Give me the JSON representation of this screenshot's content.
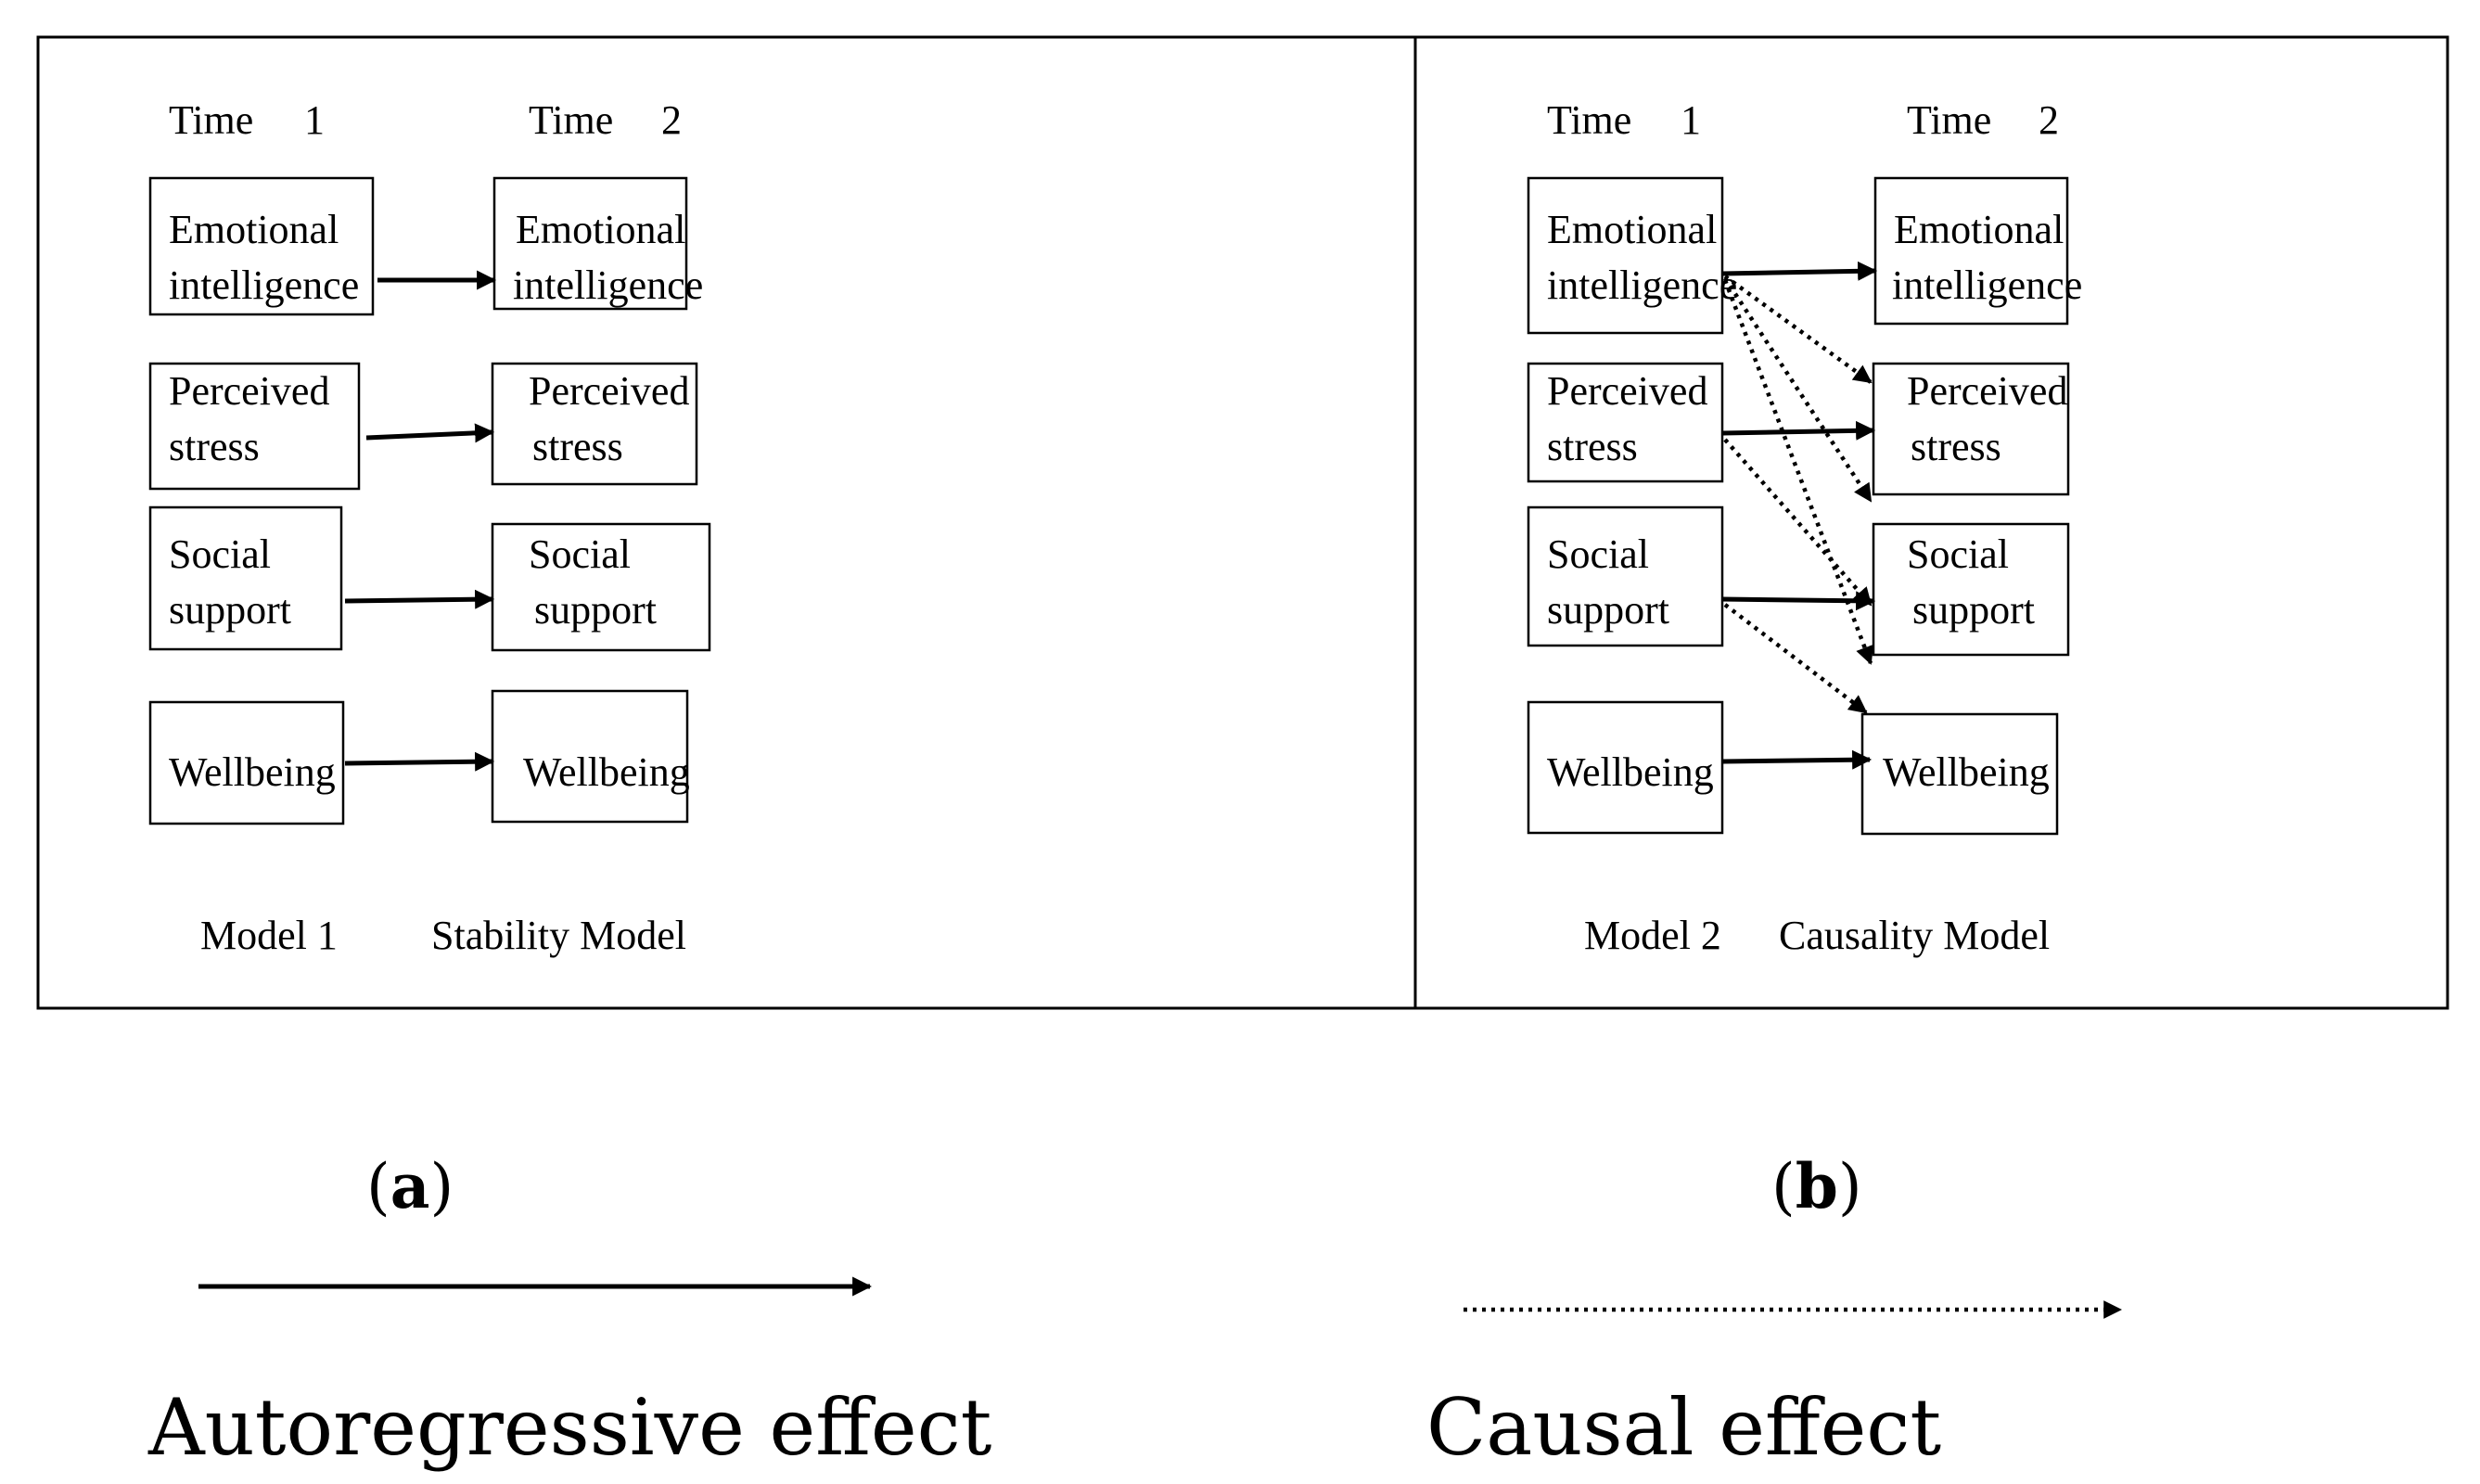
{
  "panel_a": {
    "time1_word": "Time",
    "time1_num": "1",
    "time2_word": "Time",
    "time2_num": "2",
    "left_nodes": [
      {
        "line1": "Emotional",
        "line2": "intelligence"
      },
      {
        "line1": "Perceived",
        "line2": "stress"
      },
      {
        "line1": "Social",
        "line2": "support"
      },
      {
        "line1": "Wellbeing",
        "line2": ""
      }
    ],
    "right_nodes": [
      {
        "line1": "Emotional",
        "line2": "intelligence"
      },
      {
        "line1": "Perceived",
        "line2": "stress"
      },
      {
        "line1": "Social",
        "line2": "support"
      },
      {
        "line1": "Wellbeing",
        "line2": ""
      }
    ],
    "model_label": "Model 1",
    "model_name": "Stability Model",
    "panel_letter": "a"
  },
  "panel_b": {
    "time1_word": "Time",
    "time1_num": "1",
    "time2_word": "Time",
    "time2_num": "2",
    "left_nodes": [
      {
        "line1": "Emotional",
        "line2": "intelligence"
      },
      {
        "line1": "Perceived",
        "line2": "stress"
      },
      {
        "line1": "Social",
        "line2": "support"
      },
      {
        "line1": "Wellbeing",
        "line2": ""
      }
    ],
    "right_nodes": [
      {
        "line1": "Emotional",
        "line2": "intelligence"
      },
      {
        "line1": "Perceived",
        "line2": "stress"
      },
      {
        "line1": "Social",
        "line2": "support"
      },
      {
        "line1": "Wellbeing",
        "line2": ""
      }
    ],
    "model_label": "Model 2",
    "model_name": "Causality Model",
    "panel_letter": "b"
  },
  "legend": {
    "solid_label": "Autoregressive effect",
    "dotted_label": "Causal effect"
  },
  "paren_open": "(",
  "paren_close": ")"
}
